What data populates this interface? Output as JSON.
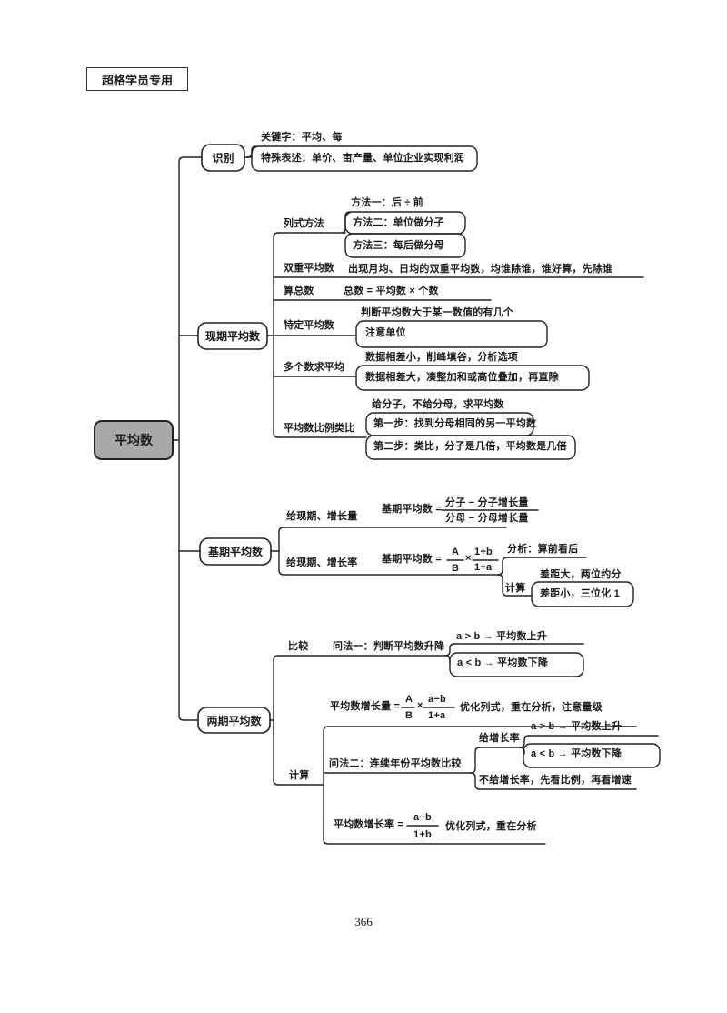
{
  "page": {
    "header_label": "超格学员专用",
    "page_number": "366"
  },
  "root": {
    "label": "平均数"
  },
  "shibie": {
    "label": "识别",
    "keyword": "关键字：平均、每",
    "special": "特殊表述：单价、亩产量、单位企业实现利润"
  },
  "xianqi": {
    "label": "现期平均数",
    "liebie": {
      "label": "列式方法",
      "m1": "方法一：后 ÷ 前",
      "m2": "方法二：单位做分子",
      "m3": "方法三：每后做分母"
    },
    "shuangchong": {
      "label": "双重平均数",
      "note": "出现月均、日均的双重平均数，均谁除谁，谁好算，先除谁"
    },
    "zongshu": {
      "label": "算总数",
      "note": "总数 = 平均数 × 个数"
    },
    "teding": {
      "label": "特定平均数",
      "question": "判断平均数大于某一数值的有几个",
      "note": "注意单位"
    },
    "duoge": {
      "label": "多个数求平均",
      "small_diff": "数据相差小，削峰填谷，分析选项",
      "big_diff": "数据相差大，凑整加和或高位叠加，再直除"
    },
    "bili": {
      "label": "平均数比例类比",
      "given": "给分子，不给分母，求平均数",
      "step1": "第一步：找到分母相同的另一平均数",
      "step2": "第二步：类比，分子是几倍，平均数是几倍"
    }
  },
  "jiqi": {
    "label": "基期平均数",
    "liang": {
      "label": "给现期、增长量",
      "lhs": "基期平均数 =",
      "num": "分子 − 分子增长量",
      "den": "分母 − 分母增长量"
    },
    "lv": {
      "label": "给现期、增长率",
      "lhs": "基期平均数 =",
      "A": "A",
      "B": "B",
      "times": "×",
      "num": "1+b",
      "den": "1+a",
      "fenxi": "分析：算前看后",
      "jisuan": {
        "label": "计算",
        "big": "差距大，两位约分",
        "small": "差距小，三位化 1"
      }
    }
  },
  "liangqi": {
    "label": "两期平均数",
    "bijiao": {
      "label": "比较",
      "q1": "问法一：判断平均数升降",
      "up": "a > b → 平均数上升",
      "down": "a < b → 平均数下降"
    },
    "jisuan": {
      "label": "计算",
      "zzl": {
        "lhs": "平均数增长量 =",
        "A": "A",
        "B": "B",
        "times": "×",
        "num": "a−b",
        "den": "1+a",
        "note": "优化列式，重在分析，注意量级"
      },
      "q2": {
        "label": "问法二：连续年份平均数比较",
        "rate": {
          "label": "给增长率",
          "up": "a > b → 平均数上升",
          "down": "a < b → 平均数下降"
        },
        "norate": "不给增长率，先看比例，再看增速"
      },
      "zzr": {
        "lhs": "平均数增长率 =",
        "num": "a−b",
        "den": "1+b",
        "note": "优化列式，重在分析"
      }
    }
  }
}
